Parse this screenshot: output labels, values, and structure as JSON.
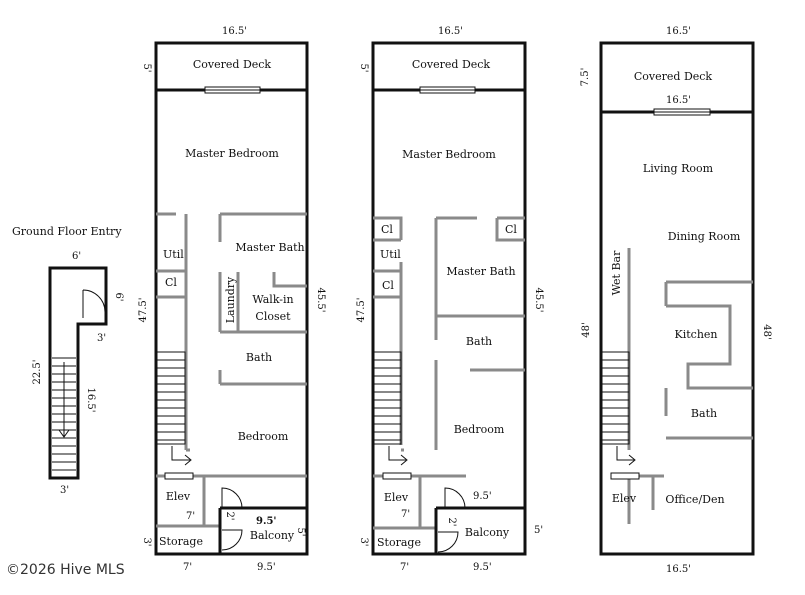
{
  "ground": {
    "title": "Ground Floor Entry",
    "dim_top": "6'",
    "dim_left": "22.5'",
    "dim_inner": "16.5'",
    "dim_door": "6'",
    "dim_step": "3'",
    "dim_bottom": "3'"
  },
  "floor1": {
    "dim_top": "16.5'",
    "dim_deck": "5'",
    "dim_left": "47.5'",
    "dim_right": "45.5'",
    "dim_storage_h": "3'",
    "dim_bottom_left": "7'",
    "dim_bottom_right": "9.5'",
    "dim_elev_w": "7'",
    "dim_balcony_w": "9.5'",
    "dim_balcony_h": "5'",
    "dim_door": "2'",
    "rooms": {
      "deck": "Covered Deck",
      "master_bed": "Master Bedroom",
      "util": "Util",
      "cl": "Cl",
      "master_bath": "Master Bath",
      "laundry": "Laundry",
      "walkin": "Walk-in",
      "closet": "Closet",
      "bath": "Bath",
      "bedroom": "Bedroom",
      "elev": "Elev",
      "storage": "Storage",
      "balcony": "Balcony"
    }
  },
  "floor2": {
    "dim_top": "16.5'",
    "dim_deck": "5'",
    "dim_left": "47.5'",
    "dim_right": "45.5'",
    "dim_storage_h": "3'",
    "dim_bottom_left": "7'",
    "dim_bottom_right": "9.5'",
    "dim_elev_w": "7'",
    "dim_balcony_w": "9.5'",
    "dim_balcony_h": "5'",
    "dim_door": "2'",
    "rooms": {
      "deck": "Covered Deck",
      "master_bed": "Master Bedroom",
      "cl1": "Cl",
      "cl2": "Cl",
      "util": "Util",
      "cl3": "Cl",
      "master_bath": "Master Bath",
      "bath": "Bath",
      "bedroom": "Bedroom",
      "elev": "Elev",
      "storage": "Storage",
      "balcony": "Balcony"
    }
  },
  "floor3": {
    "dim_top": "16.5'",
    "dim_deck": "7.5'",
    "dim_deck_inner": "16.5'",
    "dim_left": "48'",
    "dim_right": "48'",
    "dim_bottom": "16.5'",
    "rooms": {
      "deck": "Covered Deck",
      "living": "Living Room",
      "dining": "Dining Room",
      "wetbar": "Wet Bar",
      "kitchen": "Kitchen",
      "bath": "Bath",
      "elev": "Elev",
      "office": "Office/Den"
    }
  },
  "watermark": "©2026 Hive MLS"
}
